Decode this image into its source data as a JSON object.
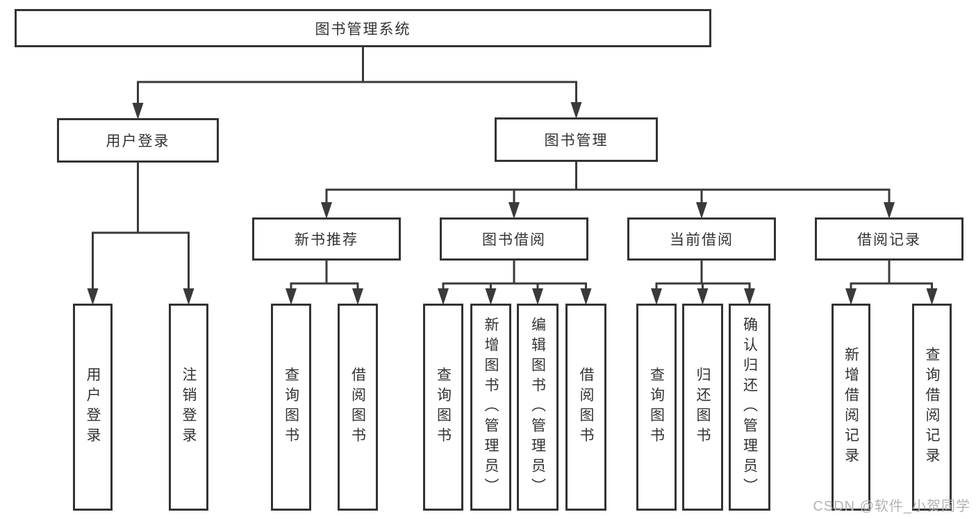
{
  "page": {
    "background": "#ffffff"
  },
  "colors": {
    "line": "#3a3a3a",
    "box_border": "#333333",
    "box_fill": "#ffffff",
    "text": "#333333",
    "watermark": "#b3b3b3"
  },
  "watermark": {
    "text": "CSDN @软件_小贺同学"
  },
  "diagram": {
    "title": "图书管理系统",
    "nodes": [
      {
        "id": "root",
        "label": "图书管理系统",
        "parent": null,
        "orientation": "horizontal"
      },
      {
        "id": "user-login",
        "label": "用户登录",
        "parent": "root",
        "orientation": "horizontal"
      },
      {
        "id": "book-mgmt",
        "label": "图书管理",
        "parent": "root",
        "orientation": "horizontal"
      },
      {
        "id": "new-book-rec",
        "label": "新书推荐",
        "parent": "book-mgmt",
        "orientation": "horizontal"
      },
      {
        "id": "book-borrow",
        "label": "图书借阅",
        "parent": "book-mgmt",
        "orientation": "horizontal"
      },
      {
        "id": "current-borrow",
        "label": "当前借阅",
        "parent": "book-mgmt",
        "orientation": "horizontal"
      },
      {
        "id": "borrow-records",
        "label": "借阅记录",
        "parent": "book-mgmt",
        "orientation": "horizontal"
      },
      {
        "id": "leaf-user-login",
        "label": "用户登录",
        "parent": "user-login",
        "orientation": "vertical"
      },
      {
        "id": "leaf-logout",
        "label": "注销登录",
        "parent": "user-login",
        "orientation": "vertical"
      },
      {
        "id": "leaf-nbr-query",
        "label": "查询图书",
        "parent": "new-book-rec",
        "orientation": "vertical"
      },
      {
        "id": "leaf-nbr-borrow",
        "label": "借阅图书",
        "parent": "new-book-rec",
        "orientation": "vertical"
      },
      {
        "id": "leaf-bb-query",
        "label": "查询图书",
        "parent": "book-borrow",
        "orientation": "vertical"
      },
      {
        "id": "leaf-bb-add",
        "label": "新增图书（管理员）",
        "parent": "book-borrow",
        "orientation": "vertical"
      },
      {
        "id": "leaf-bb-edit",
        "label": "编辑图书（管理员）",
        "parent": "book-borrow",
        "orientation": "vertical"
      },
      {
        "id": "leaf-bb-borrow",
        "label": "借阅图书",
        "parent": "book-borrow",
        "orientation": "vertical"
      },
      {
        "id": "leaf-cb-query",
        "label": "查询图书",
        "parent": "current-borrow",
        "orientation": "vertical"
      },
      {
        "id": "leaf-cb-return",
        "label": "归还图书",
        "parent": "current-borrow",
        "orientation": "vertical"
      },
      {
        "id": "leaf-cb-confirm",
        "label": "确认归还（管理员）",
        "parent": "current-borrow",
        "orientation": "vertical"
      },
      {
        "id": "leaf-br-add",
        "label": "新增借阅记录",
        "parent": "borrow-records",
        "orientation": "vertical"
      },
      {
        "id": "leaf-br-query",
        "label": "查询借阅记录",
        "parent": "borrow-records",
        "orientation": "vertical"
      }
    ]
  }
}
